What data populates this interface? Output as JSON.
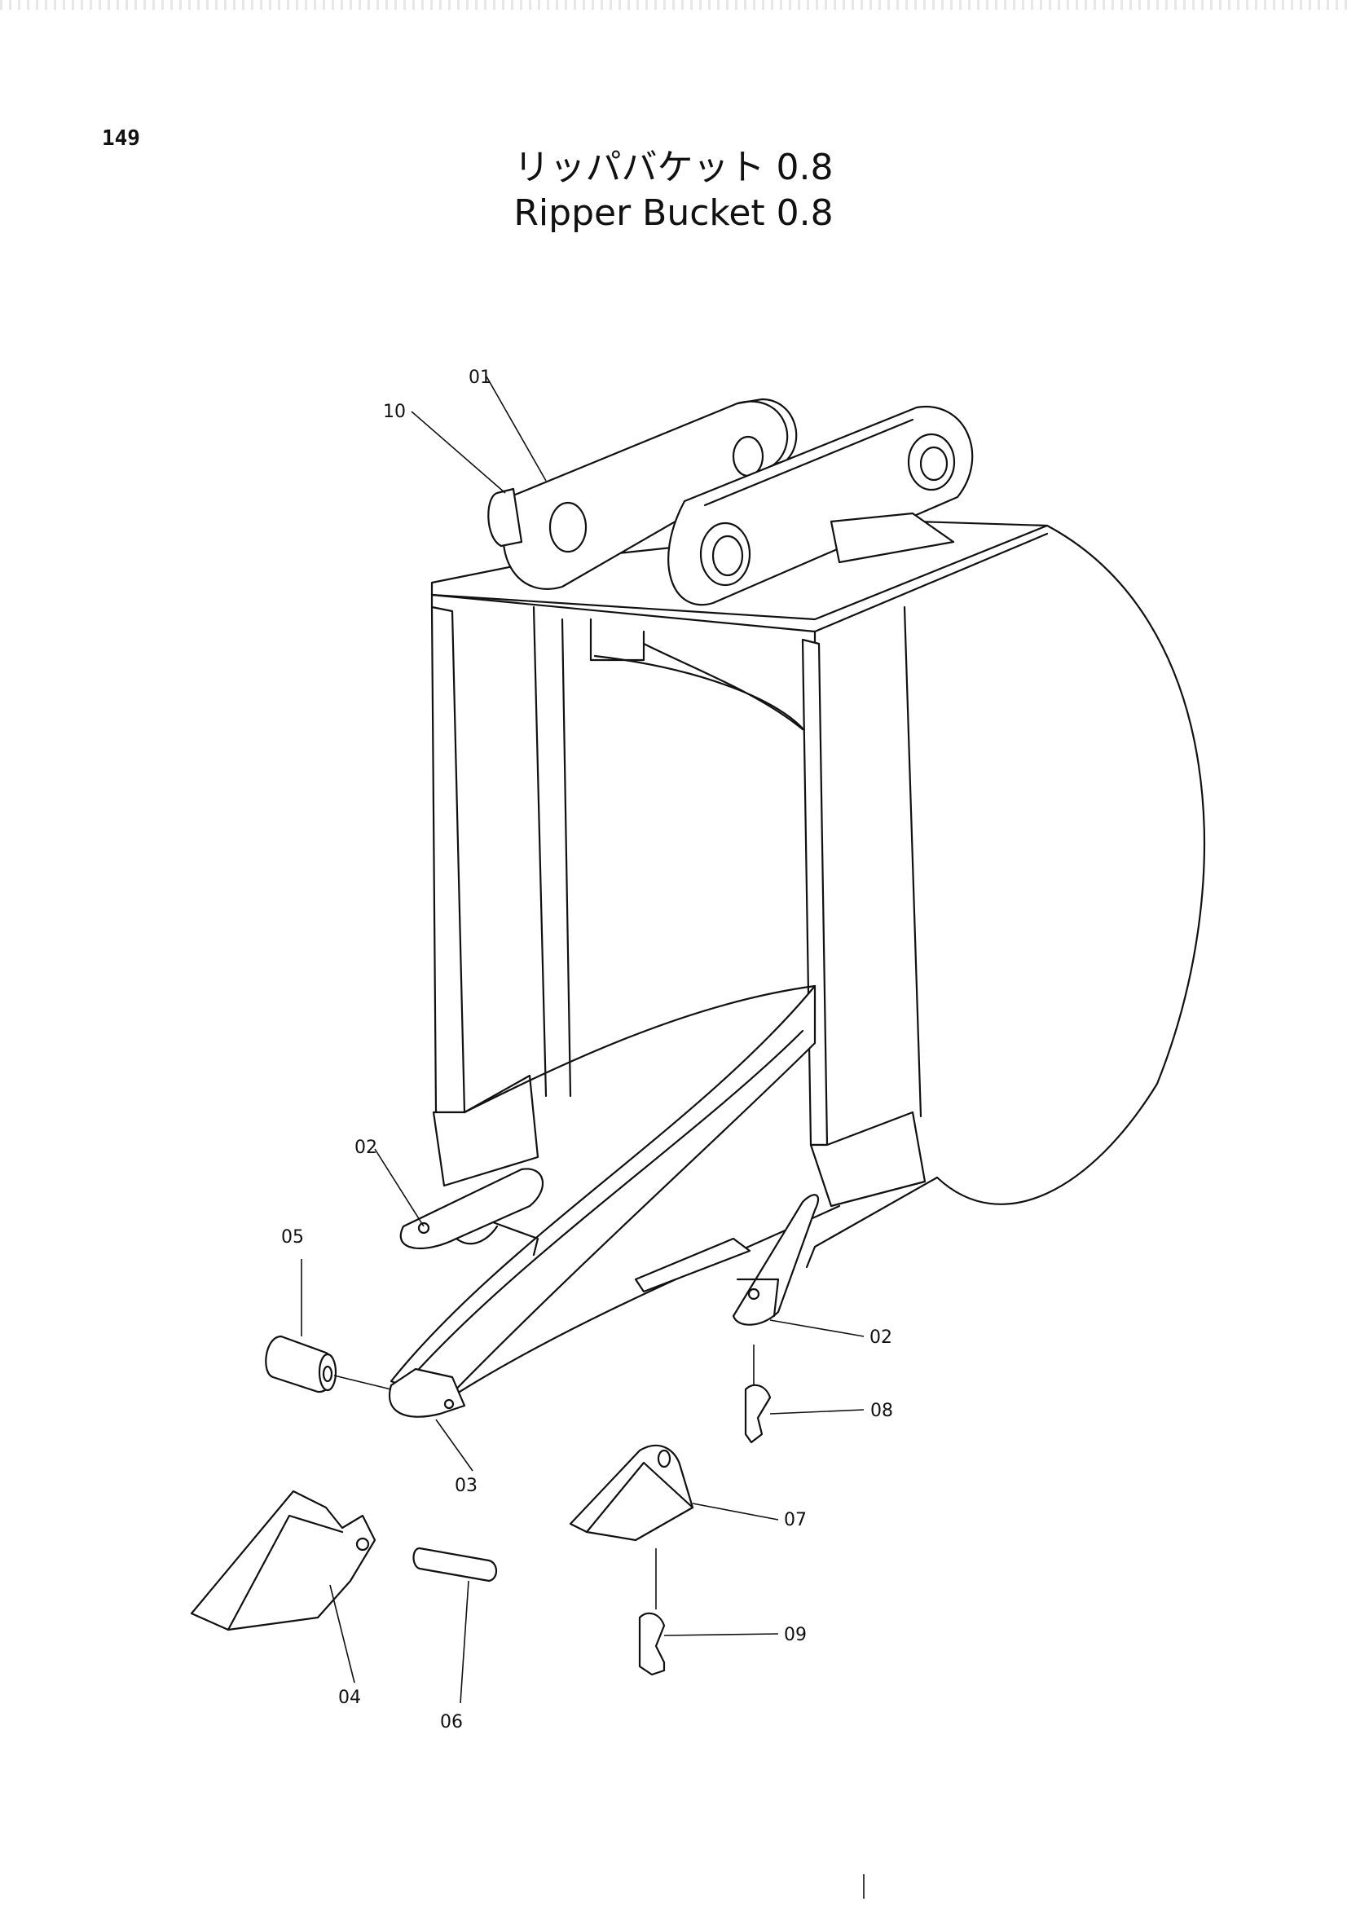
{
  "page": {
    "number": "149"
  },
  "title": {
    "japanese": "リッパバケット 0.8",
    "english": "Ripper  Bucket 0.8"
  },
  "callouts": {
    "c01": "01",
    "c10": "10",
    "c02a": "02",
    "c02b": "02",
    "c03": "03",
    "c04": "04",
    "c05": "05",
    "c06": "06",
    "c07": "07",
    "c08": "08",
    "c09": "09"
  }
}
